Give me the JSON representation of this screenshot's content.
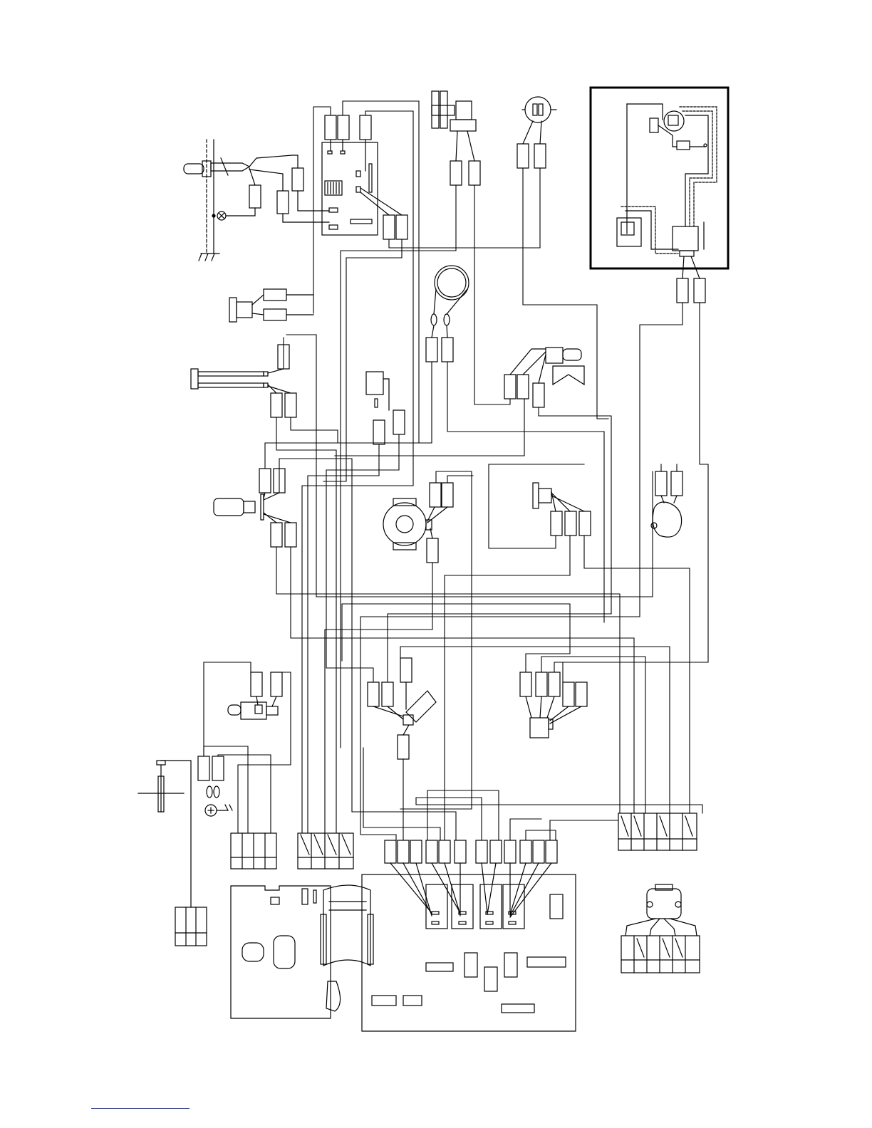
{
  "diagram": {
    "type": "wiring-diagram",
    "text_labels": [],
    "colors": {
      "line": "#000000",
      "wire": "#111111",
      "shield": "#000000",
      "footer_rule": "#2233cc"
    },
    "components": [
      "power-plug-icon",
      "ground-icon",
      "main-relay-board",
      "thermostat-icon",
      "heater-tube-icon",
      "door-switch-icon",
      "fan-motor-icon",
      "turntable-motor-icon",
      "magnetron-icon",
      "transformer-icon",
      "lamp-icon",
      "thermal-cutout-icon",
      "solenoid-icon",
      "control-board-left",
      "control-board-right",
      "connector-blocks",
      "shielded-magnetron-box"
    ]
  }
}
